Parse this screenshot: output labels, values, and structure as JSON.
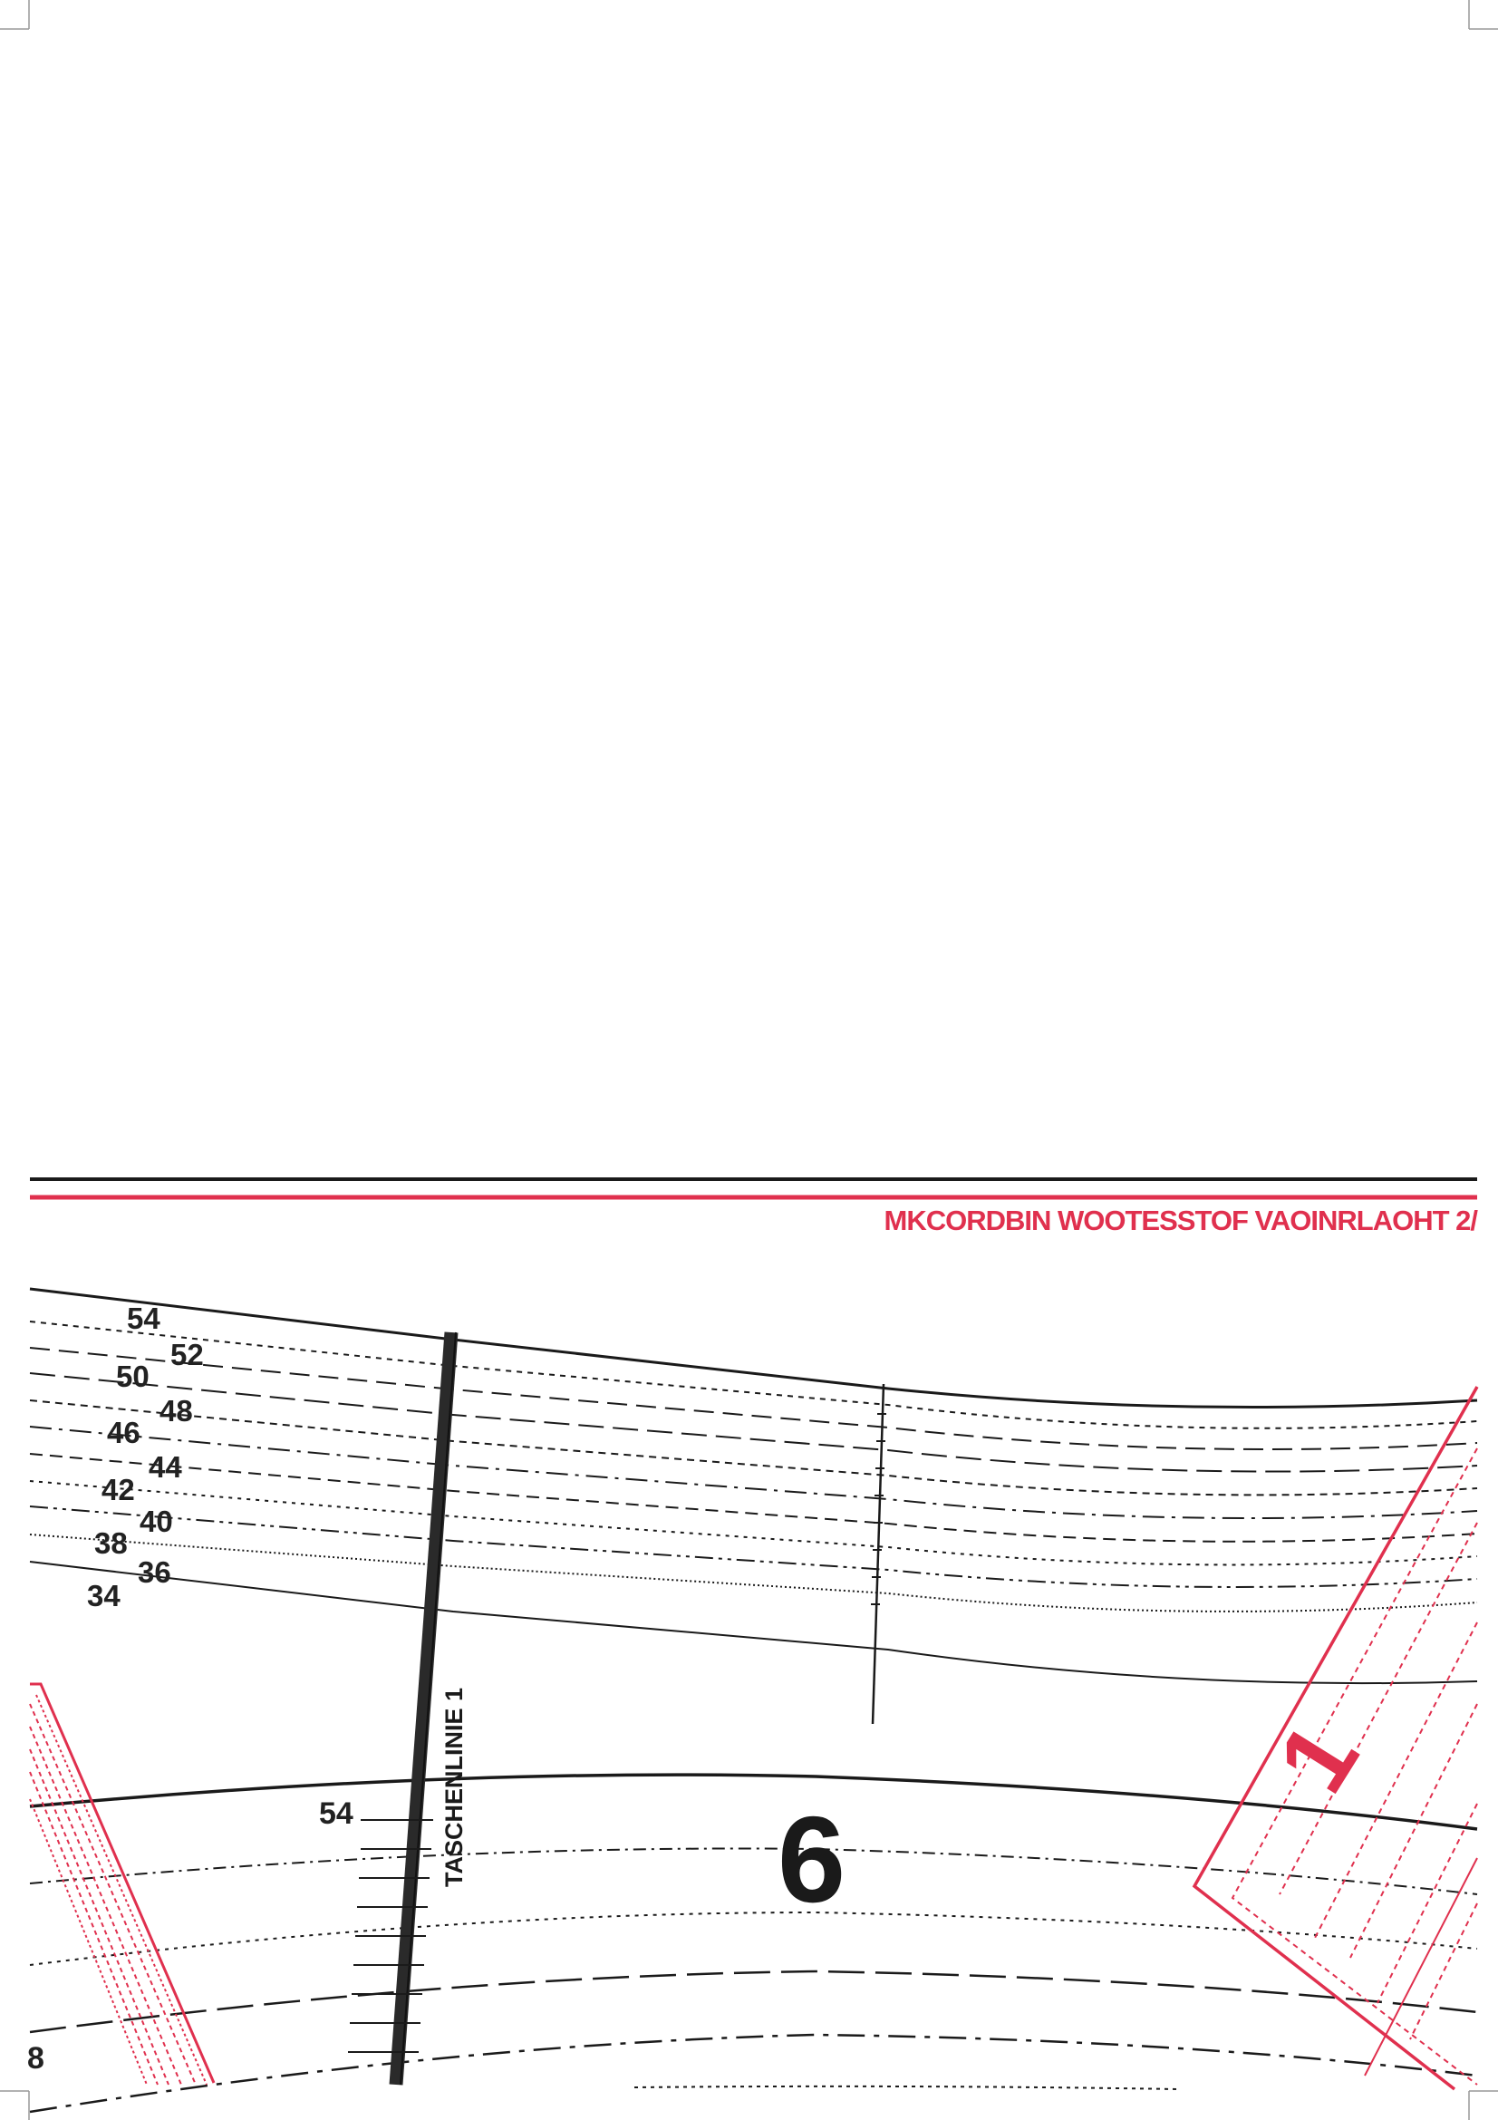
{
  "header": {
    "text": "MKCORDBIN WOOTESSTOF VAOINRLAOHT 2/",
    "accent_color": "#e0304e"
  },
  "pattern": {
    "piece_number": "6",
    "red_piece_number": "1",
    "pocket_line_label": "TASCHENLINIE 1",
    "lower_size_label": "54",
    "corner_label": "8",
    "size_labels": [
      "54",
      "52",
      "50",
      "48",
      "46",
      "44",
      "42",
      "40",
      "38",
      "36",
      "34"
    ]
  },
  "colors": {
    "ink": "#1a1a1a",
    "red": "#e0304e"
  }
}
